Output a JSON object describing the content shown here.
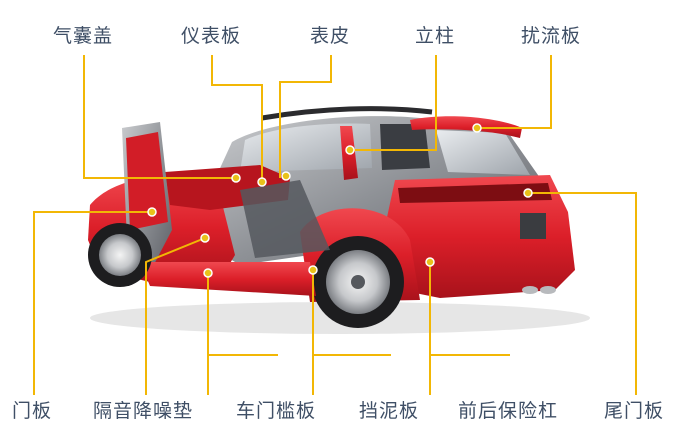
{
  "colors": {
    "leader_line": "#f2b705",
    "dot": "#e8c21a",
    "label_text": "#3f4f66",
    "car_red": "#e3222c",
    "car_grey": "#8e9196"
  },
  "labels": {
    "airbag": "气囊盖",
    "dashboard": "仪表板",
    "skin": "表皮",
    "pillar": "立柱",
    "spoiler": "扰流板",
    "door_panel": "门板",
    "insulation_pad": "隔音降噪垫",
    "sill_plate": "车门槛板",
    "fender_liner": "挡泥板",
    "bumper": "前后保险杠",
    "tailgate": "尾门板"
  }
}
